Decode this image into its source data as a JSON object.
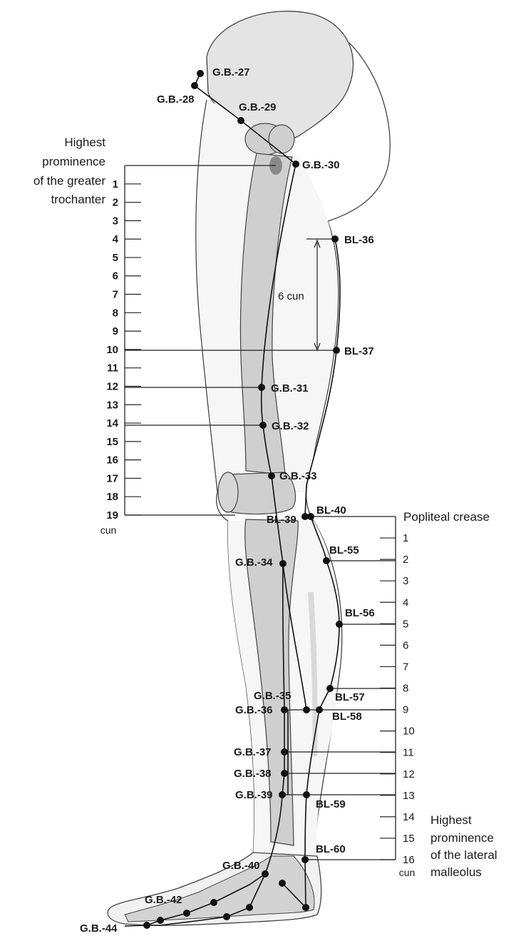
{
  "left_scale": {
    "title_lines": [
      "Highest",
      "prominence",
      "of the greater",
      "trochanter"
    ],
    "numbers": [
      "1",
      "2",
      "3",
      "4",
      "5",
      "6",
      "7",
      "8",
      "9",
      "10",
      "11",
      "12",
      "13",
      "14",
      "15",
      "16",
      "17",
      "18",
      "19"
    ],
    "unit": "cun"
  },
  "right_scale": {
    "top_label": "Popliteal crease",
    "numbers": [
      "1",
      "2",
      "3",
      "4",
      "5",
      "6",
      "7",
      "8",
      "9",
      "10",
      "11",
      "12",
      "13",
      "14",
      "15",
      "16"
    ],
    "unit": "cun",
    "bottom_label_lines": [
      "Highest",
      "prominence",
      "of the lateral",
      "malleolus"
    ]
  },
  "measure": {
    "label": "6 cun"
  },
  "points": {
    "gb27": "G.B.-27",
    "gb28": "G.B.-28",
    "gb29": "G.B.-29",
    "gb30": "G.B.-30",
    "bl36": "BL-36",
    "bl37": "BL-37",
    "gb31": "G.B.-31",
    "gb32": "G.B.-32",
    "gb33": "G.B.-33",
    "bl39": "BL-39",
    "bl40": "BL-40",
    "bl55": "BL-55",
    "gb34": "G.B.-34",
    "bl56": "BL-56",
    "bl57": "BL-57",
    "gb35": "G.B.-35",
    "gb36": "G.B.-36",
    "bl58": "BL-58",
    "gb37": "G.B.-37",
    "gb38": "G.B.-38",
    "gb39": "G.B.-39",
    "bl59": "BL-59",
    "bl60": "BL-60",
    "gb40": "G.B.-40",
    "gb42": "G.B.-42",
    "gb44": "G.B.-44"
  }
}
